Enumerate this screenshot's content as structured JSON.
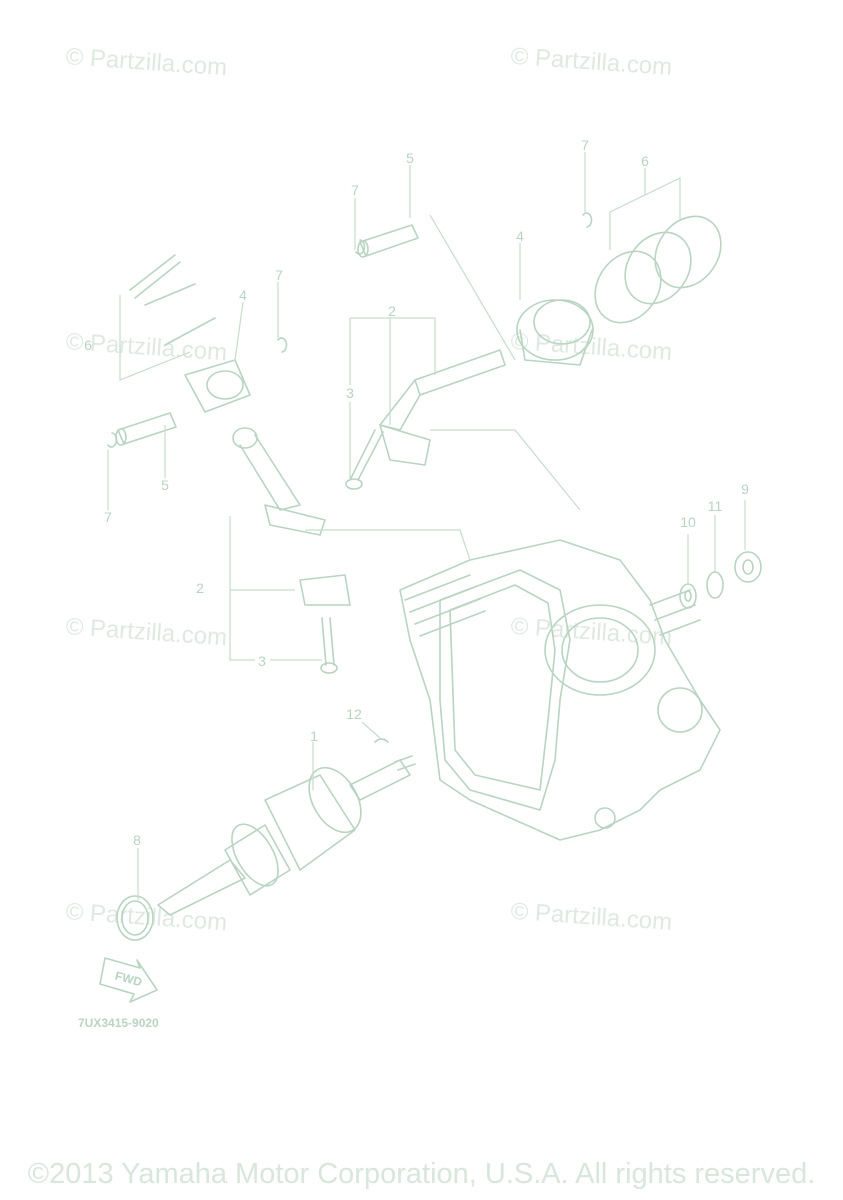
{
  "watermark": "© Partzilla.com",
  "diagram_code": "7UX3415-9020",
  "fwd_label": "FWD",
  "copyright": "©2013 Yamaha Motor Corporation, U.S.A. All rights reserved.",
  "callouts": {
    "c1": "1",
    "c2a": "2",
    "c2b": "2",
    "c3a": "3",
    "c3b": "3",
    "c4a": "4",
    "c4b": "4",
    "c5a": "5",
    "c5b": "5",
    "c6a": "6",
    "c6b": "6",
    "c7a": "7",
    "c7b": "7",
    "c7c": "7",
    "c7d": "7",
    "c8": "8",
    "c9": "9",
    "c10": "10",
    "c11": "11",
    "c12": "12"
  },
  "colors": {
    "line": "#b9d4c1",
    "watermark": "#dfe9e2"
  }
}
